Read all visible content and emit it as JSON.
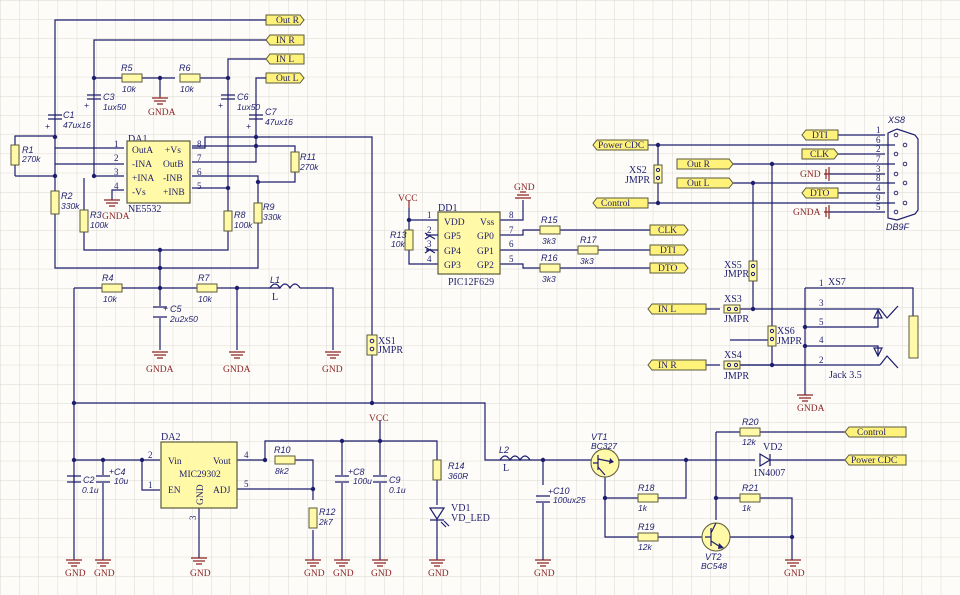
{
  "ports": {
    "out_r": "Out R",
    "in_r": "IN R",
    "in_l": "IN L",
    "out_l": "Out L",
    "power_cdc": "Power CDC",
    "control": "Control",
    "clk": "CLK",
    "dti": "DTI",
    "dto": "DTO"
  },
  "power": {
    "gnda": "GNDA",
    "gnd": "GND",
    "vcc": "VCC"
  },
  "components": {
    "R1": {
      "ref": "R1",
      "value": "270k"
    },
    "R2": {
      "ref": "R2",
      "value": "330k"
    },
    "R3": {
      "ref": "R3",
      "value": "100k"
    },
    "R4": {
      "ref": "R4",
      "value": "10k"
    },
    "R5": {
      "ref": "R5",
      "value": "10k"
    },
    "R6": {
      "ref": "R6",
      "value": "10k"
    },
    "R7": {
      "ref": "R7",
      "value": "10k"
    },
    "R8": {
      "ref": "R8",
      "value": "100k"
    },
    "R9": {
      "ref": "R9",
      "value": "330k"
    },
    "R10": {
      "ref": "R10",
      "value": "8k2"
    },
    "R11": {
      "ref": "R11",
      "value": "270k"
    },
    "R12": {
      "ref": "R12",
      "value": "2k7"
    },
    "R13": {
      "ref": "R13",
      "value": "10k"
    },
    "R14": {
      "ref": "R14",
      "value": "360R"
    },
    "R15": {
      "ref": "R15",
      "value": "3k3"
    },
    "R16": {
      "ref": "R16",
      "value": "3k3"
    },
    "R17": {
      "ref": "R17",
      "value": "3k3"
    },
    "R18": {
      "ref": "R18",
      "value": "1k"
    },
    "R19": {
      "ref": "R19",
      "value": "12k"
    },
    "R20": {
      "ref": "R20",
      "value": "12k"
    },
    "R21": {
      "ref": "R21",
      "value": "1k"
    },
    "C1": {
      "ref": "C1",
      "value": "47ux16"
    },
    "C2": {
      "ref": "C2",
      "value": "0.1u"
    },
    "C3": {
      "ref": "C3",
      "value": "1ux50"
    },
    "C4": {
      "ref": "C4",
      "value": "10u"
    },
    "C5": {
      "ref": "C5",
      "value": "2u2x50"
    },
    "C6": {
      "ref": "C6",
      "value": "1ux50"
    },
    "C7": {
      "ref": "C7",
      "value": "47ux16"
    },
    "C8": {
      "ref": "C8",
      "value": "100u"
    },
    "C9": {
      "ref": "C9",
      "value": "0.1u"
    },
    "C10": {
      "ref": "C10",
      "value": "100ux25"
    },
    "L1": {
      "ref": "L1",
      "value": "L"
    },
    "L2": {
      "ref": "L2",
      "value": "L"
    },
    "XS1": {
      "ref": "XS1",
      "value": "JMPR"
    },
    "XS2": {
      "ref": "XS2",
      "value": "JMPR"
    },
    "XS3": {
      "ref": "XS3",
      "value": "JMPR"
    },
    "XS4": {
      "ref": "XS4",
      "value": "JMPR"
    },
    "XS5": {
      "ref": "XS5",
      "value": "JMPR"
    },
    "XS6": {
      "ref": "XS6",
      "value": "JMPR"
    },
    "XS7": {
      "ref": "XS7",
      "value": "Jack 3.5",
      "pins": [
        "1",
        "3",
        "5",
        "4",
        "2"
      ]
    },
    "XS8": {
      "ref": "XS8",
      "value": "DB9F",
      "pins": [
        "1",
        "6",
        "2",
        "7",
        "3",
        "8",
        "4",
        "9",
        "5"
      ]
    },
    "VD1": {
      "ref": "VD1",
      "value": "VD_LED"
    },
    "VD2": {
      "ref": "VD2",
      "value": "1N4007"
    },
    "VT1": {
      "ref": "VT1",
      "value": "BC327"
    },
    "VT2": {
      "ref": "VT2",
      "value": "BC548"
    },
    "DA1": {
      "ref": "DA1",
      "value": "NE5532",
      "left_pins": [
        {
          "num": "1",
          "name": "OutA"
        },
        {
          "num": "2",
          "name": "-INA"
        },
        {
          "num": "3",
          "name": "+INA"
        },
        {
          "num": "4",
          "name": "-Vs"
        }
      ],
      "right_pins": [
        {
          "num": "8",
          "name": "+Vs"
        },
        {
          "num": "7",
          "name": "OutB"
        },
        {
          "num": "6",
          "name": "-INB"
        },
        {
          "num": "5",
          "name": "+INB"
        }
      ]
    },
    "DA2": {
      "ref": "DA2",
      "value": "MIC29302",
      "pins": {
        "vin": "Vin",
        "en": "EN",
        "gnd": "GND",
        "vout": "Vout",
        "adj": "ADJ"
      },
      "pin_nums": {
        "vin": "2",
        "en": "1",
        "gnd": "3",
        "vout": "4",
        "adj": "5"
      }
    },
    "DD1": {
      "ref": "DD1",
      "value": "PIC12F629",
      "left_pins": [
        {
          "num": "1",
          "name": "VDD"
        },
        {
          "num": "2",
          "name": "GP5"
        },
        {
          "num": "3",
          "name": "GP4"
        },
        {
          "num": "4",
          "name": "GP3"
        }
      ],
      "right_pins": [
        {
          "num": "8",
          "name": "Vss"
        },
        {
          "num": "7",
          "name": "GP0"
        },
        {
          "num": "6",
          "name": "GP1"
        },
        {
          "num": "5",
          "name": "GP2"
        }
      ]
    }
  },
  "xs8_gnd_labels": [
    "GND",
    "GNDA"
  ]
}
